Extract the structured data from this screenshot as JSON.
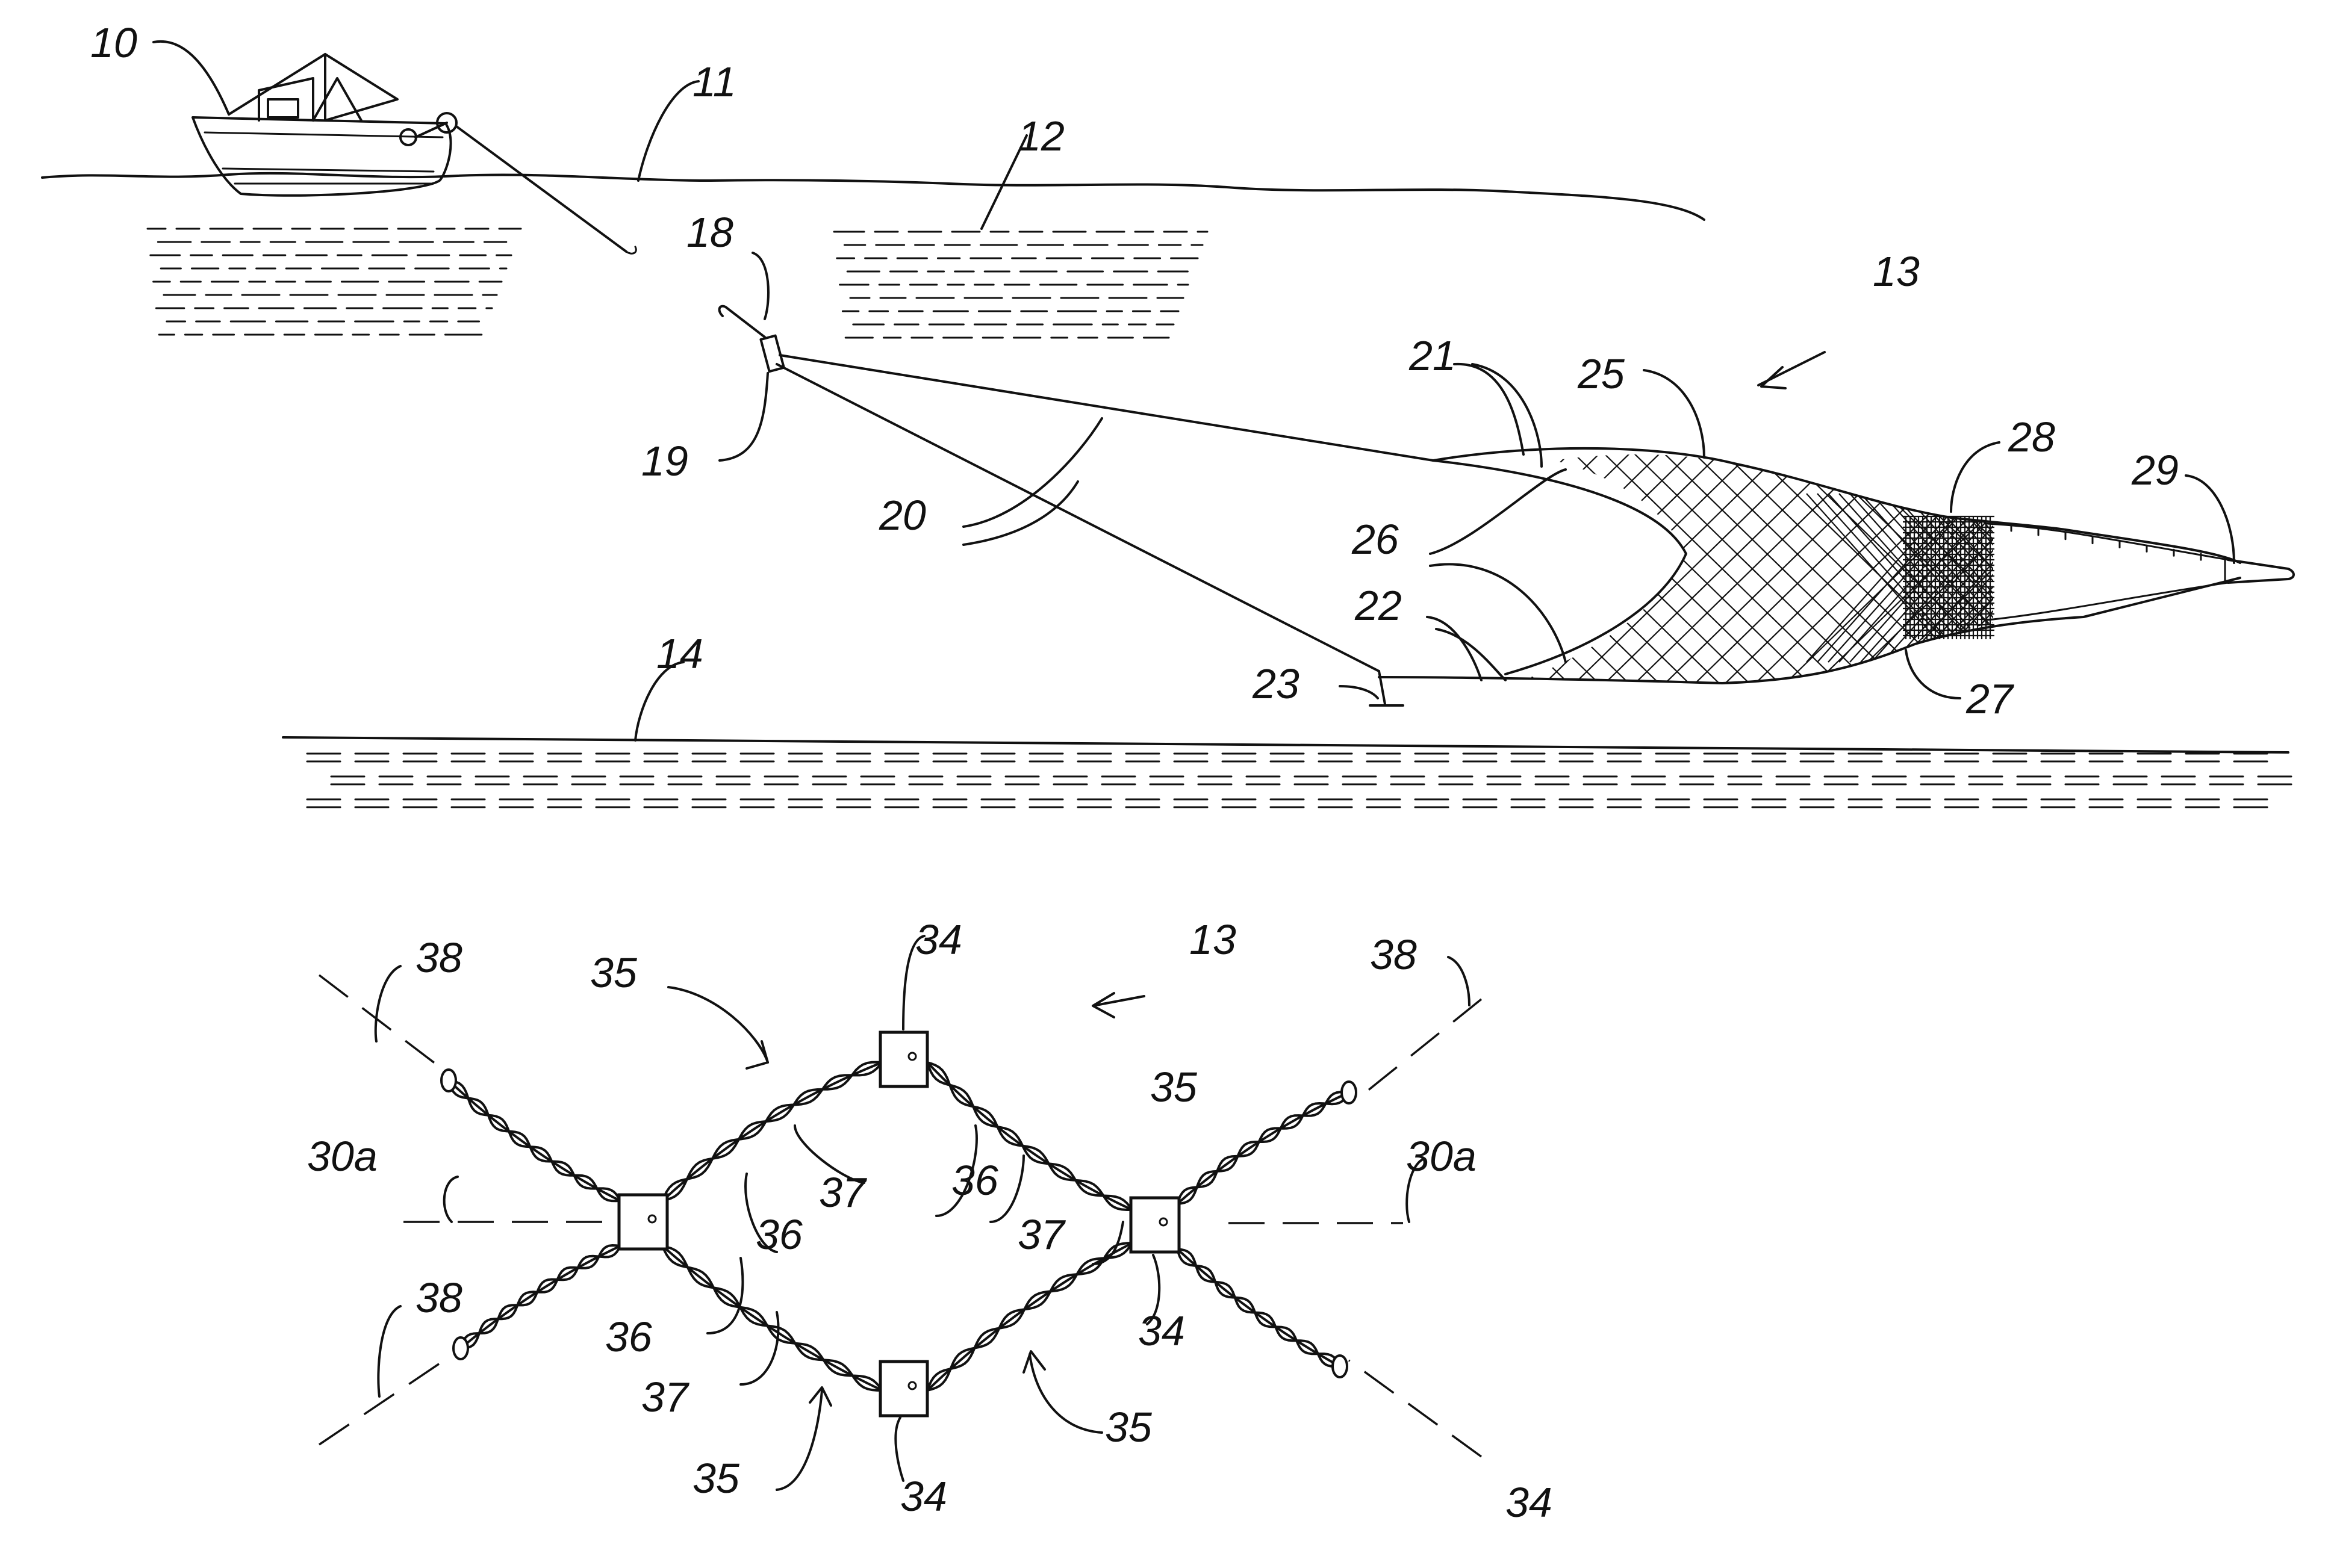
{
  "figure": {
    "labels": {
      "boat": "10",
      "water_surface": "11",
      "water": "12",
      "trawl_net": "13",
      "sea_floor": "14",
      "tow_line_end": "18",
      "bridle_block": "19",
      "bridle_lines": "20",
      "upper_headrope": "21",
      "lower_footrope": "22",
      "bottom_weight": "23",
      "net_body": "25",
      "wing_edge": "26",
      "belly": "27",
      "fine_mesh": "28",
      "cod_end": "29"
    },
    "detail_labels": {
      "net_ref": "13",
      "knot": "34",
      "mesh_cell": "35",
      "twine_a": "36",
      "twine_b": "37",
      "axis_diag": "38",
      "axis_horiz": "30a"
    }
  }
}
